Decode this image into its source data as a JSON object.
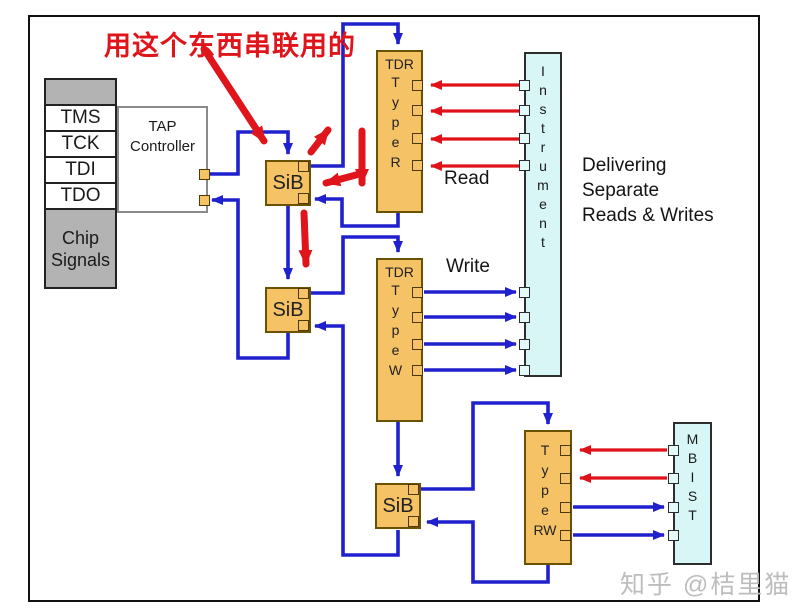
{
  "annotation": {
    "text": "用这个东西串联用的",
    "color": "#e0151c"
  },
  "signal_table": {
    "rows": [
      "TMS",
      "TCK",
      "TDI",
      "TDO"
    ],
    "footer": "Chip Signals"
  },
  "tap": {
    "line1": "TAP",
    "line2": "Controller"
  },
  "sib": {
    "label": "SiB"
  },
  "boxes": {
    "tdr_r": {
      "header": "TDR",
      "lines": [
        "T",
        "y",
        "p",
        "e",
        "R"
      ]
    },
    "tdr_w": {
      "header": "TDR",
      "lines": [
        "T",
        "y",
        "p",
        "e",
        "W"
      ]
    },
    "type_rw": {
      "lines": [
        "T",
        "y",
        "p",
        "e",
        "RW"
      ]
    },
    "instrument": {
      "label": "Instrument",
      "lines": [
        "I",
        "n",
        "s",
        "t",
        "r",
        "u",
        "m",
        "e",
        "n",
        "t"
      ]
    },
    "mbist": {
      "label": "MBIST",
      "lines": [
        "M",
        "B",
        "I",
        "S",
        "T"
      ]
    }
  },
  "labels": {
    "read": "Read",
    "write": "Write",
    "delivering_lines": [
      "Delivering",
      "Separate",
      "Reads & Writes"
    ]
  },
  "watermark": "知乎 @桔里猫",
  "colors": {
    "wire_blue": "#2020cf",
    "signal_red": "#e01219",
    "annotation_red": "#e0151c",
    "box_orange": "#f5c266",
    "box_cyan": "#d8f6f6",
    "gray_box": "#b3b3b3"
  }
}
